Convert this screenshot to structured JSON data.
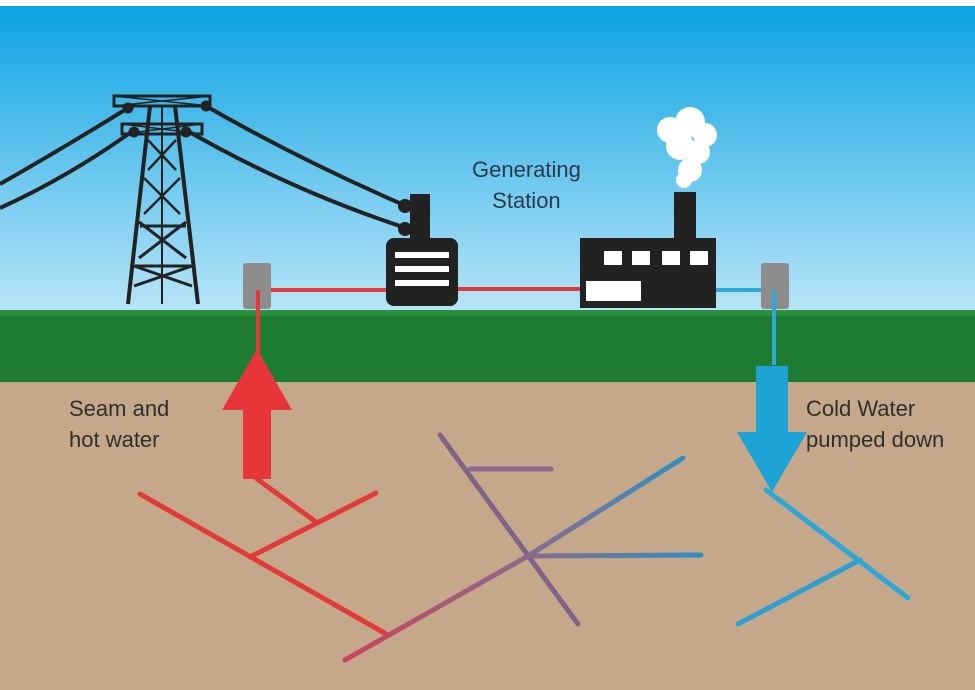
{
  "labels": {
    "generating_station": "Generating\nStation",
    "hot_water": "Seam and\nhot water",
    "cold_water": "Cold Water\npumped down"
  },
  "colors": {
    "sky_top": "#0aa3e2",
    "sky_bottom": "#b9e5f8",
    "grass": "#1f7c33",
    "soil": "#c4a889",
    "hot": "#e23a3a",
    "cold": "#2ea6d7",
    "mix": "#8a6a8c",
    "dark": "#222222"
  },
  "icons": [
    "transmission-tower-icon",
    "transformer-icon",
    "power-plant-icon",
    "steam-cloud-icon",
    "well-head-icon",
    "hot-arrow-up-icon",
    "cold-arrow-down-icon"
  ]
}
